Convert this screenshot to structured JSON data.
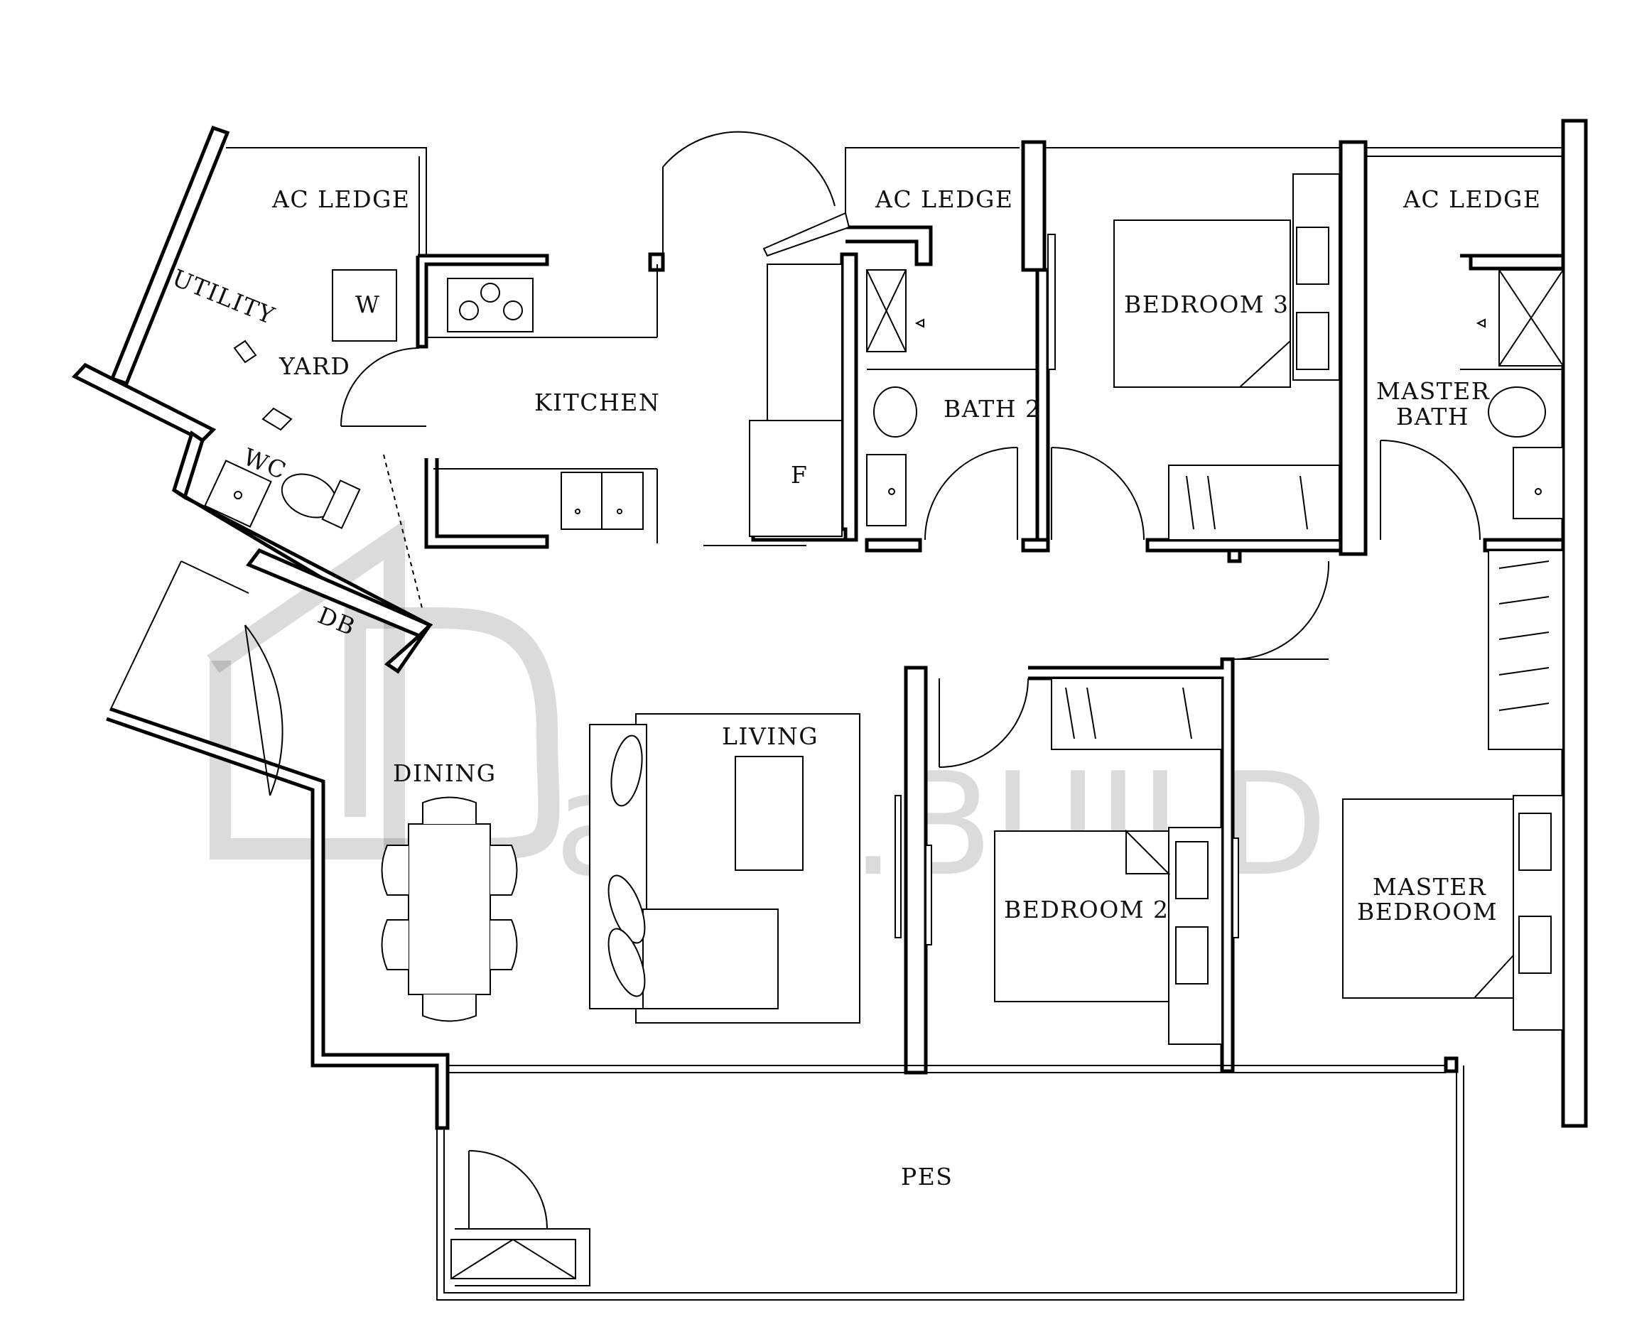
{
  "rooms": {
    "ac_ledge_1": "AC LEDGE",
    "ac_ledge_2": "AC LEDGE",
    "ac_ledge_3": "AC LEDGE",
    "utility": "UTILITY",
    "w": "W",
    "yard": "YARD",
    "wc": "WC",
    "kitchen": "KITCHEN",
    "f": "F",
    "bath_2": "BATH 2",
    "bedroom_3": "BEDROOM 3",
    "master_bath_1": "MASTER",
    "master_bath_2": "BATH",
    "db": "DB",
    "dining": "DINING",
    "living": "LIVING",
    "bedroom_2": "BEDROOM 2",
    "master_bedroom_1": "MASTER",
    "master_bedroom_2": "BEDROOM",
    "pes": "PES"
  },
  "watermark": "attri.BUILD"
}
